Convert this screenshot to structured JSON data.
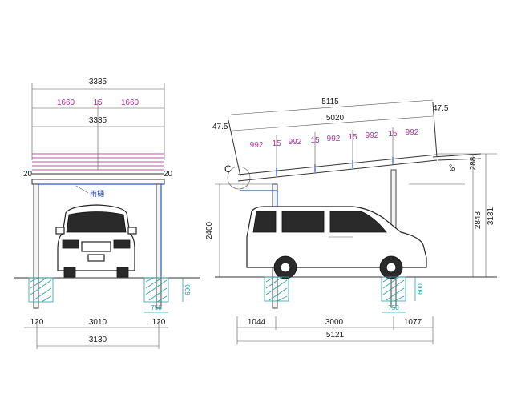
{
  "front_view": {
    "top_overall": "3335",
    "roof_segments": [
      "1660",
      "15",
      "1660"
    ],
    "roof_width": "3335",
    "left_overhang": "20",
    "right_overhang": "20",
    "gutter_label": "雨樋",
    "footing_depth": "600",
    "footing_width": "750",
    "bottom_left_post": "120",
    "bottom_span": "3010",
    "bottom_right_post": "120",
    "bottom_total": "3130"
  },
  "side_view": {
    "top_overall": "5115",
    "top_right_overhang": "47.5",
    "left_overhang": "47.5",
    "roof_length": "5020",
    "purlin_spacings": [
      "992",
      "15",
      "992",
      "15",
      "992",
      "15",
      "992",
      "15",
      "992"
    ],
    "detail_callout": "C",
    "left_height": "2400",
    "slope_label": "6°",
    "right_top_height": "288",
    "right_height": "2843",
    "total_height": "3131",
    "footing_depth": "600",
    "footing_width": "750",
    "bottom_left": "1044",
    "bottom_span": "3000",
    "bottom_right": "1077",
    "bottom_total": "5121"
  }
}
